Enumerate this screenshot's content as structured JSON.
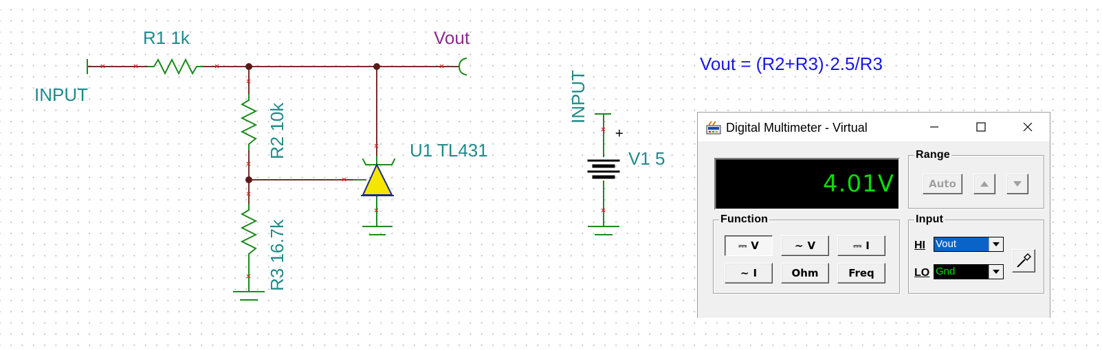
{
  "schematic": {
    "input_label": "INPUT",
    "r1_label": "R1 1k",
    "r2_label": "R2 10k",
    "r3_label": "R3 16.7k",
    "u1_label": "U1 TL431",
    "vout_label": "Vout",
    "source_input_label": "INPUT",
    "v1_label": "V1 5",
    "plus_sign": "+",
    "formula": "Vout = (R2+R3)·2.5/R3"
  },
  "colors": {
    "wire": "#7a2a2a",
    "component": "#1a8a1a",
    "label": "#1f8a8a",
    "vout_label": "#8a2a8e",
    "formula": "#1717e6",
    "diode_fill": "#f5e600",
    "lcd_text": "#00e000",
    "select_hi_bg": "#0a64c8",
    "select_lo_text": "#00e000"
  },
  "multimeter": {
    "title": "Digital Multimeter - Virtual",
    "display_value": "4.01V",
    "range": {
      "title": "Range",
      "auto_label": "Auto",
      "up_icon": "triangle-up",
      "down_icon": "triangle-down"
    },
    "function": {
      "title": "Function",
      "buttons": [
        {
          "symbol": "⎓",
          "label": "V",
          "pressed": true
        },
        {
          "symbol": "∼",
          "label": "V",
          "pressed": false
        },
        {
          "symbol": "⎓",
          "label": "I",
          "pressed": false
        },
        {
          "symbol": "∼",
          "label": "I",
          "pressed": false
        },
        {
          "symbol": "",
          "label": "Ohm",
          "pressed": false
        },
        {
          "symbol": "",
          "label": "Freq",
          "pressed": false
        }
      ]
    },
    "input": {
      "title": "Input",
      "hi_label": "HI",
      "hi_value": "Vout",
      "lo_label": "LO",
      "lo_value": "Gnd",
      "probe_icon": "probe-icon"
    }
  }
}
